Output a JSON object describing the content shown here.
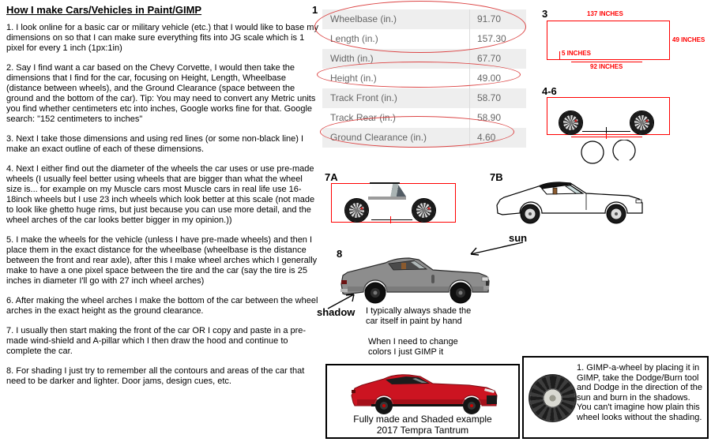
{
  "colors": {
    "diagram_red": "#ff0000",
    "highlight_red": "#dc4646",
    "table_row_gray": "#eeeeee",
    "table_text": "#666666",
    "car_gray": "#8d8d8d",
    "car_red": "#cc1421"
  },
  "left_column": {
    "title": "How I make Cars/Vehicles in Paint/GIMP",
    "steps": [
      "1. I look online for a basic car or military vehicle (etc.) that I would like to base my dimensions on so that I can make sure everything fits into JG scale which is 1 pixel for every 1 inch (1px:1in)",
      "2. Say I find want a car based on the Chevy Corvette, I would then take the dimensions that I find for the car, focusing on Height, Length, Wheelbase (distance between wheels), and the Ground Clearance (space between the ground and the bottom of the car).  Tip: You may need to convert any Metric units you find whether centimeters etc into inches, Google works fine for that. Google search: \"152 centimeters to inches\"",
      "3. Next I take those dimensions and using red lines (or some non-black line) I make an exact outline of each of these dimensions.",
      "4. Next I either find out the diameter of the wheels the car uses or use pre-made wheels (I usually feel better using wheels that are bigger than what the wheel size is... for example on my Muscle cars most Muscle cars in real life use 16-18inch wheels but I use 23 inch wheels which look better at this scale (not made to look like ghetto huge rims, but just because you can use more detail, and the wheel arches of the car looks better bigger in my opinion.))",
      "5. I make the wheels for the vehicle (unless I have pre-made wheels) and then I place them in the exact distance for the wheelbase (wheelbase is the distance between the front and rear axle), after this I make wheel arches which I generally make to have a one pixel space between the tire and the car (say the tire is 25 inches in diameter I'll go with 27 inch wheel arches)",
      "6. After making the wheel arches I make the bottom of the car between the wheel arches in the exact height as the ground clearance.",
      "7. I usually then start making the front of the car OR I copy and paste in a pre-made wind-shield and A-pillar which I then draw the hood and continue to complete the car.",
      "8. For shading I just try to remember all the contours and areas of the car that need to be darker and lighter. Door jams, design cues, etc."
    ]
  },
  "fig1_table": {
    "label": "1",
    "rows": [
      {
        "label": "Wheelbase (in.)",
        "value": "91.70"
      },
      {
        "label": "Length (in.)",
        "value": "157.30"
      },
      {
        "label": "Width (in.)",
        "value": "67.70"
      },
      {
        "label": "Height (in.)",
        "value": "49.00"
      },
      {
        "label": "Track Front (in.)",
        "value": "58.70"
      },
      {
        "label": "Track Rear (in.)",
        "value": "58.90"
      },
      {
        "label": "Ground Clearance (in.)",
        "value": "4.60"
      }
    ]
  },
  "fig3": {
    "label": "3",
    "dim_top": "137 INCHES",
    "dim_right": "49 INCHES",
    "dim_clearance": "5 INCHES",
    "dim_wheelbase": "92 INCHES"
  },
  "fig46": {
    "label": "4-6"
  },
  "fig7a": {
    "label": "7A"
  },
  "fig7b": {
    "label": "7B"
  },
  "fig8": {
    "label": "8",
    "sun": "sun",
    "shadow": "shadow",
    "shade_caption_line1": "I typically always shade the",
    "shade_caption_line2": "car itself in paint by hand",
    "gimp_caption_line1": "When I need to change",
    "gimp_caption_line2": "colors I just GIMP it"
  },
  "example_box": {
    "caption_line1": "Fully made and Shaded example",
    "caption_line2": "2017 Tempra Tantrum"
  },
  "wheel_box": {
    "text": "1. GIMP-a-wheel by placing it in GIMP, take the Dodge/Burn tool and Dodge in the direction of the sun and burn in the shadows. You can't imagine how plain this wheel looks without the shading."
  }
}
